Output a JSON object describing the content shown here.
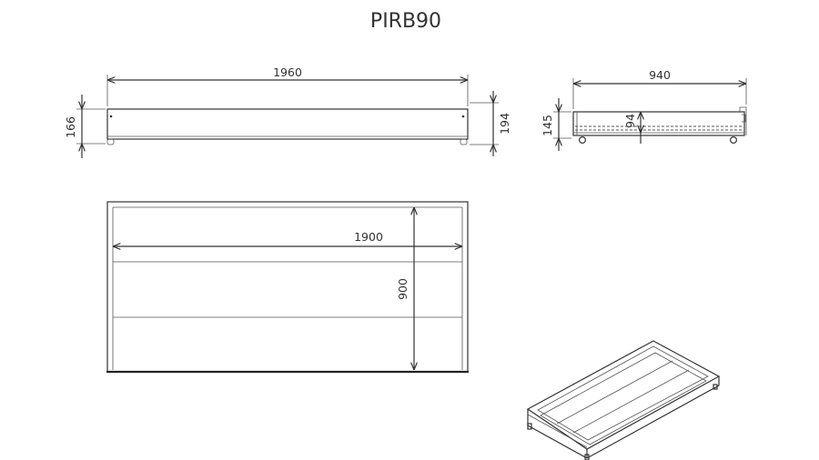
{
  "title": "PIRB90",
  "dimensions": {
    "side_length": "1960",
    "side_height_left": "166",
    "side_height_right": "194",
    "end_width": "940",
    "end_height_outer": "145",
    "end_height_inner": "94",
    "top_inner_length": "1900",
    "top_inner_width": "900"
  }
}
